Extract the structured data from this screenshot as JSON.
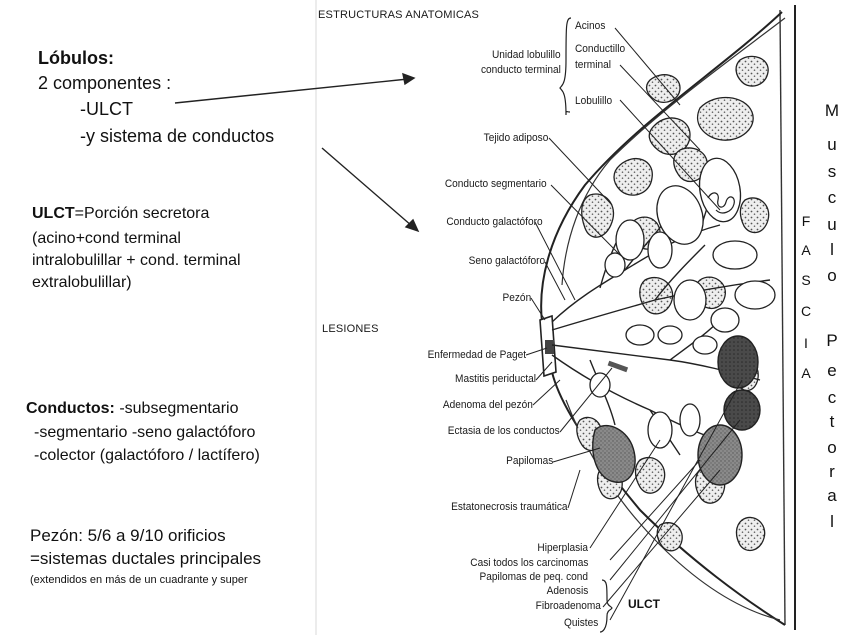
{
  "left": {
    "lobulos_title": "Lóbulos:",
    "lobulos_line1": "2 componentes :",
    "lobulos_line2": "-ULCT",
    "lobulos_line3": "-y sistema de conductos",
    "ulct_bold": "ULCT",
    "ulct_rest": "=Porción secretora",
    "ulct_line2": "(acino+cond terminal",
    "ulct_line3": "intralobulillar + cond. terminal",
    "ulct_line4": "extralobulillar)",
    "conductos_bold": "Conductos:",
    "conductos_rest": " -subsegmentario",
    "conductos_line2": "-segmentario  -seno galactóforo",
    "conductos_line3": "-colector (galactóforo / lactífero)",
    "pezon_line1": "Pezón: 5/6 a 9/10 orificios",
    "pezon_line2": "=sistemas ductales principales",
    "pezon_line3": "(extendidos en más de un cuadrante y super"
  },
  "diagram": {
    "heading_structures": "ESTRUCTURAS ANATOMICAS",
    "heading_lesions": "LESIONES",
    "unidad_line1": "Unidad lobulillo",
    "unidad_line2": "conducto terminal",
    "acinos": "Acinos",
    "conductillo_line1": "Conductillo",
    "conductillo_line2": "terminal",
    "lobulillo": "Lobulillo",
    "tejido_adiposo": "Tejido adiposo",
    "conducto_segmentario": "Conducto segmentario",
    "conducto_galactoforo": "Conducto galactóforo",
    "seno_galactoforo": "Seno galactóforo",
    "pezon": "Pezón",
    "enfermedad_paget": "Enfermedad de Paget",
    "mastitis": "Mastitis periductal",
    "adenoma": "Adenoma del pezón",
    "ectasia": "Ectasia de los conductos",
    "papilomas": "Papilomas",
    "estatonecrosis": "Estatonecrosis traumática",
    "hiperplasia": "Hiperplasia",
    "carcinomas": "Casi todos los carcinomas",
    "papilomas_peq": "Papilomas de peq. cond",
    "adenosis": "Adenosis",
    "fibroadenoma": "Fibroadenoma",
    "quistes": "Quistes",
    "ulct_label": "ULCT",
    "fascia": [
      "F",
      "A",
      "S",
      "C",
      "I",
      "A"
    ],
    "musculo": [
      "M",
      "u",
      "s",
      "c",
      "u",
      "l",
      "o"
    ],
    "pectoral": [
      "P",
      "e",
      "c",
      "t",
      "o",
      "r",
      "a",
      "l"
    ]
  }
}
